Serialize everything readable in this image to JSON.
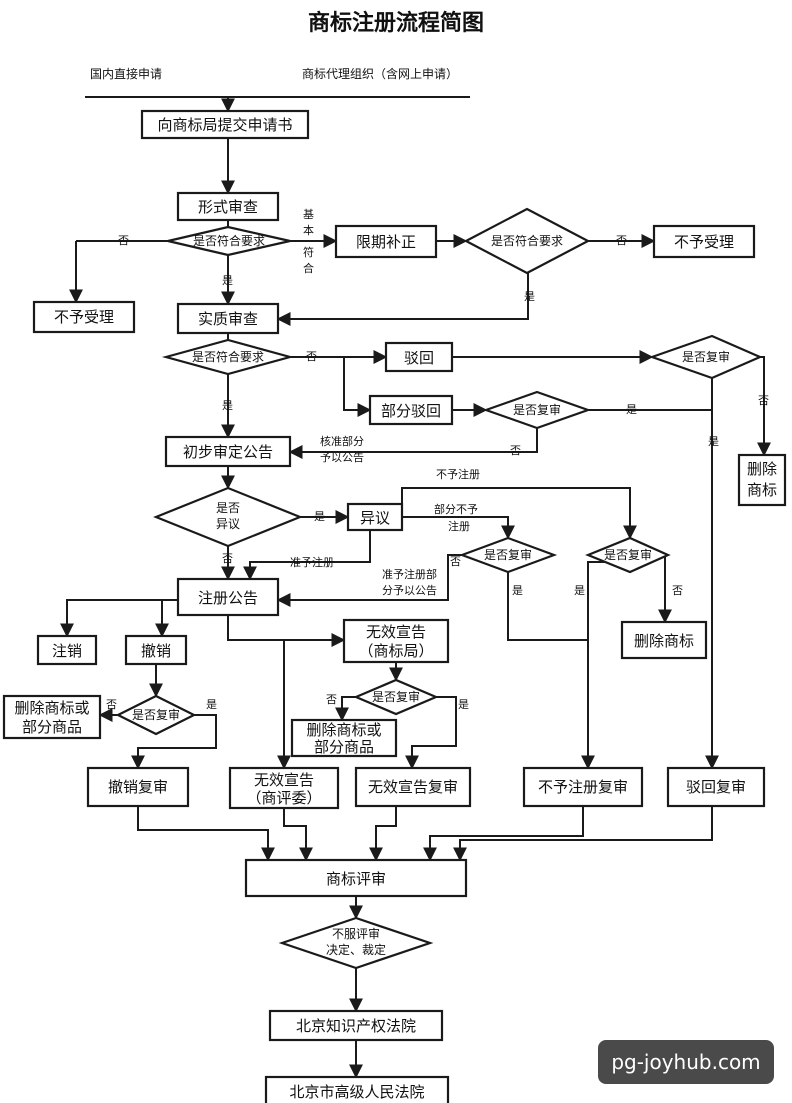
{
  "title": "商标注册流程简图",
  "sources": {
    "domestic": "国内直接申请",
    "agency": "商标代理组织（含网上申请）"
  },
  "boxes": {
    "submit": "向商标局提交申请书",
    "formal_exam": "形式审查",
    "deadline_fix": "限期补正",
    "reject_accept_1": "不予受理",
    "reject_accept_2": "不予受理",
    "substantive_exam": "实质审查",
    "rebut": "驳回",
    "partial_rebut": "部分驳回",
    "delete_mark_1": [
      "删除",
      "商标"
    ],
    "prelim_publish": "初步审定公告",
    "objection": "异议",
    "registration_publish": "注册公告",
    "delete_mark_2": "删除商标",
    "cancel_reg": "注销",
    "revoke": "撤销",
    "invalid_office": [
      "无效宣告",
      "（商标局）"
    ],
    "delete_partial_1": [
      "删除商标或",
      "部分商品"
    ],
    "delete_partial_2": [
      "删除商标或",
      "部分商品"
    ],
    "revoke_review": "撤销复审",
    "invalid_committee": [
      "无效宣告",
      "（商评委）"
    ],
    "invalid_review": "无效宣告复审",
    "refuse_reg_review": "不予注册复审",
    "rebut_review": "驳回复审",
    "tm_review": "商标评审",
    "beijing_ip_court": "北京知识产权法院",
    "beijing_high_court": "北京市高级人民法院"
  },
  "diamonds": {
    "meets_req_1": "是否符合要求",
    "meets_req_2": "是否符合要求",
    "meets_req_3": "是否符合要求",
    "review_1": "是否复审",
    "review_2": "是否复审",
    "objection_q": [
      "是否",
      "异议"
    ],
    "review_3": "是否复审",
    "review_4": "是否复审",
    "review_5": "是否复审",
    "review_6": "是否复审",
    "dissatisfied": [
      "不服评审",
      "决定、裁定"
    ]
  },
  "labels": {
    "no": "否",
    "yes": "是",
    "basic_match": [
      "基",
      "本",
      "符",
      "合"
    ],
    "approved_partial": [
      "核准部分",
      "予以公告"
    ],
    "refuse_reg": "不予注册",
    "partial_refuse": [
      "部分不予",
      "注册"
    ],
    "approve_reg": "准予注册",
    "approve_partial": [
      "准予注册部",
      "分予以公告"
    ]
  },
  "watermark": "pg-joyhub.com"
}
